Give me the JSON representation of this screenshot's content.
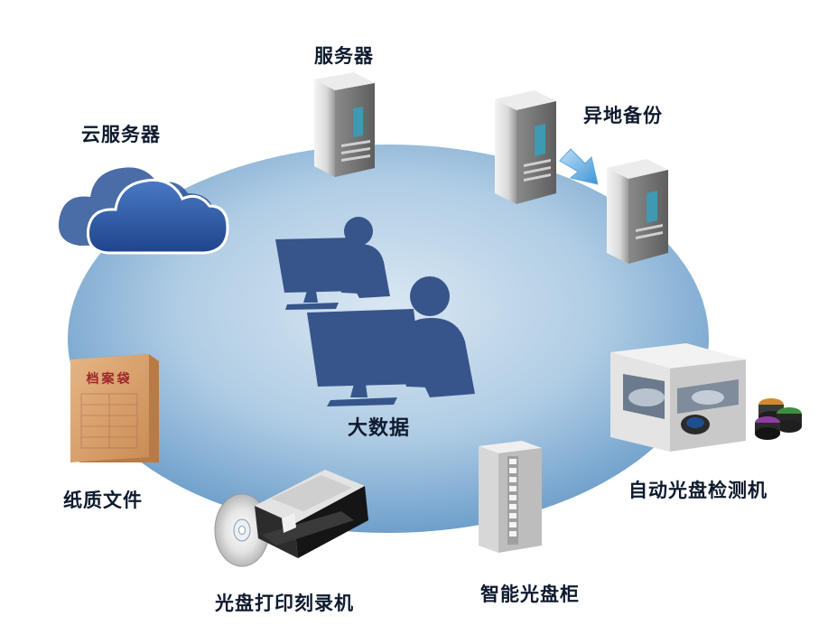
{
  "diagram": {
    "center": {
      "label": "大数据"
    },
    "nodes": [
      {
        "id": "server",
        "label": "服务器",
        "icon": "server-tower-icon"
      },
      {
        "id": "offsite-backup",
        "label": "异地备份",
        "icon": "server-transfer-icon"
      },
      {
        "id": "cloud-server",
        "label": "云服务器",
        "icon": "cloud-icon"
      },
      {
        "id": "paper-files",
        "label": "纸质文件",
        "icon": "archive-bag-icon"
      },
      {
        "id": "disc-printer",
        "label": "光盘打印刻录机",
        "icon": "disc-printer-icon"
      },
      {
        "id": "smart-cabinet",
        "label": "智能光盘柜",
        "icon": "disc-cabinet-icon"
      },
      {
        "id": "auto-inspector",
        "label": "自动光盘检测机",
        "icon": "disc-inspector-icon"
      }
    ],
    "archive_bag_text": "档案袋",
    "colors": {
      "ellipse_center": "#cfe0ee",
      "ellipse_edge": "#5b93c6",
      "figure": "#37558a",
      "cloud": "#2f5aa6",
      "label": "#0e1a2e"
    }
  }
}
